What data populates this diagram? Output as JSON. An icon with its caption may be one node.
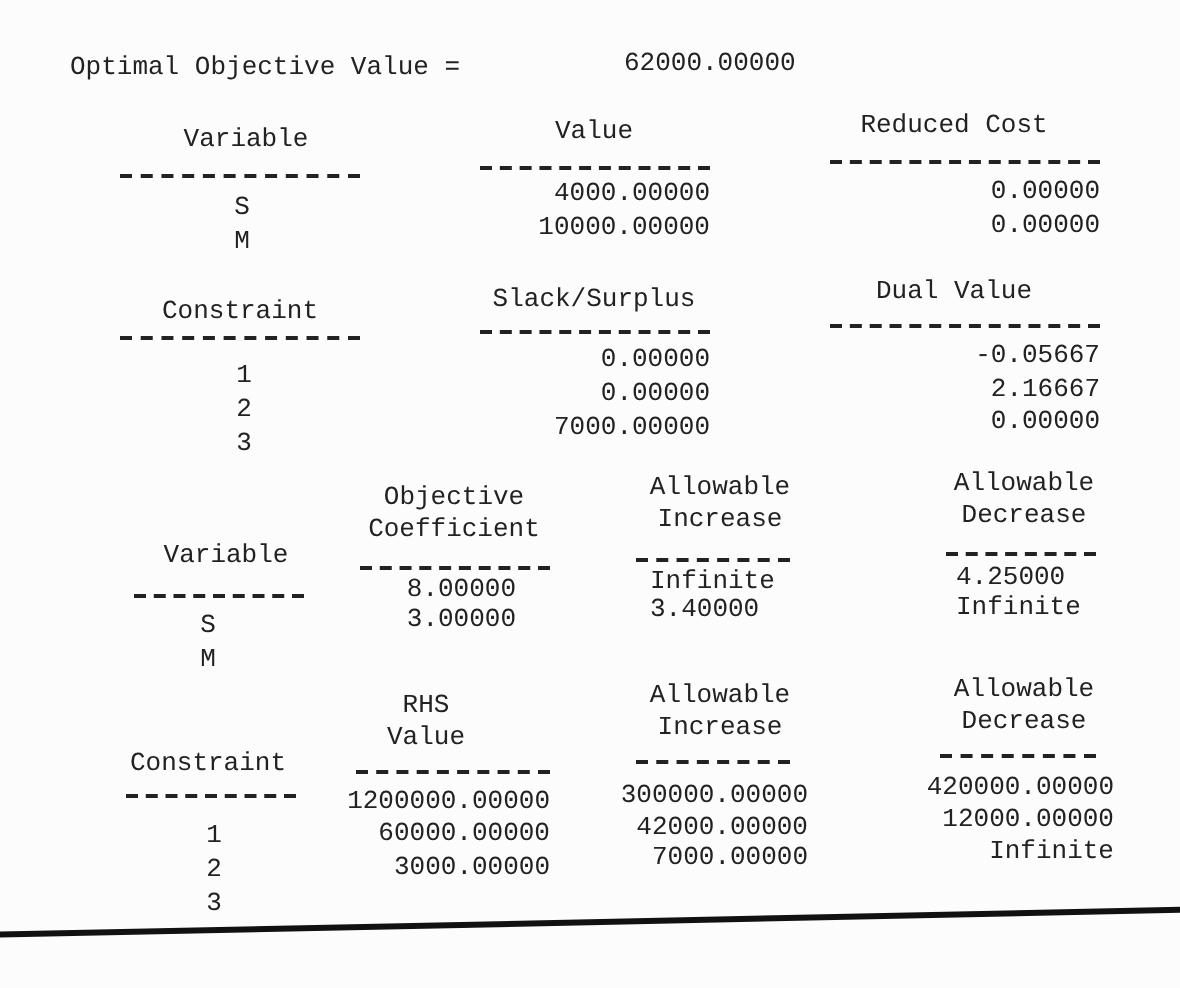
{
  "diagram": {
    "labels": [
      "Optimal Objective Value =",
      "62000.00000",
      "Variable",
      "Value",
      "Reduced Cost",
      "S",
      "4000.00000",
      "0.00000",
      "M",
      "10000.00000",
      "0.00000",
      "Constraint",
      "Slack/Surplus",
      "Dual Value",
      "1",
      "0.00000",
      "-0.05667",
      "2",
      "0.00000",
      "2.16667",
      "3",
      "7000.00000",
      "0.00000",
      "Objective Coefficient",
      "Allowable Increase",
      "Allowable Decrease",
      "Variable",
      "8.00000",
      "Infinite",
      "4.25000",
      "S",
      "3.00000",
      "3.40000",
      "Infinite",
      "M",
      "RHS Value",
      "Allowable Increase",
      "Allowable Decrease",
      "Constraint",
      "1200000.00000",
      "300000.00000",
      "420000.00000",
      "1",
      "60000.00000",
      "42000.00000",
      "12000.00000",
      "2",
      "3000.00000",
      "7000.00000",
      "Infinite",
      "3"
    ]
  }
}
